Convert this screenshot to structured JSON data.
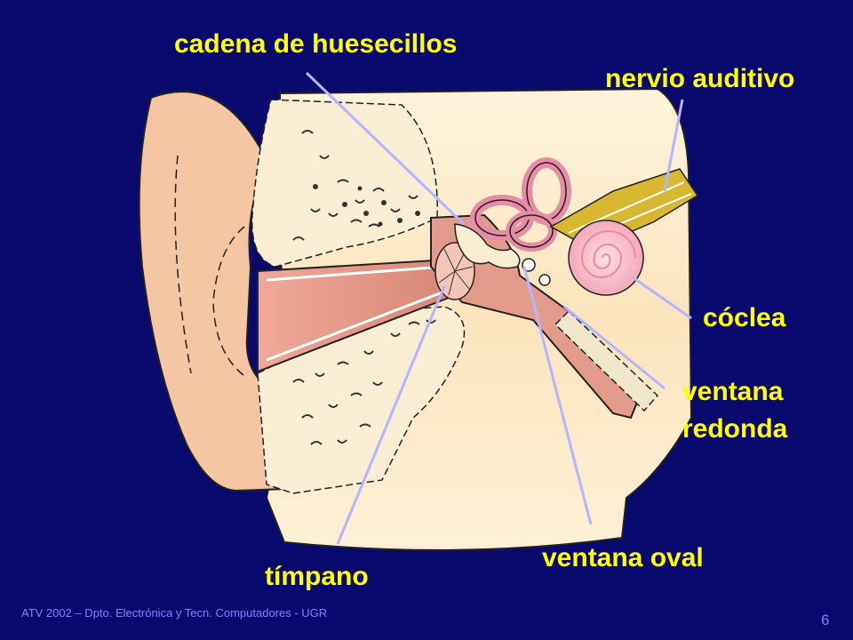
{
  "labels": {
    "ossicles": "cadena de huesecillos",
    "auditory_nerve": "nervio auditivo",
    "cochlea": "cóclea",
    "round_window_line1": "ventana",
    "round_window_line2": "redonda",
    "oval_window": "ventana oval",
    "eardrum": "tímpano"
  },
  "footer": {
    "text": "ATV 2002 – Dpto. Electrónica y Tecn. Computadores - UGR",
    "page": "6"
  },
  "colors": {
    "background": "#0a0a6e",
    "label_text": "#ffff00",
    "leader_lines": "#b4b4ff",
    "footer_text": "#8080ff"
  }
}
